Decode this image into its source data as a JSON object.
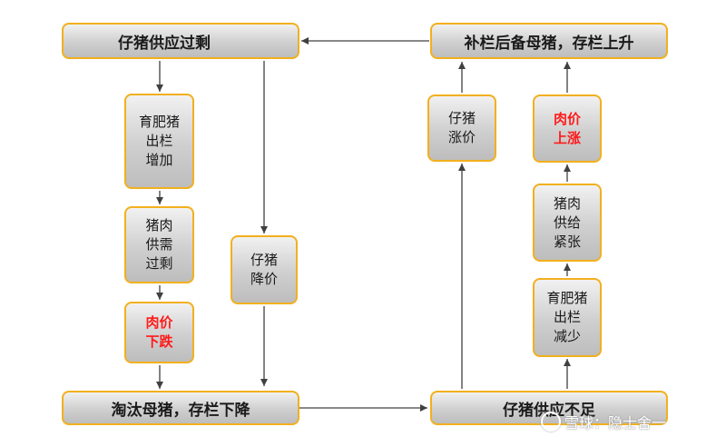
{
  "boxes": {
    "piglet_surplus": "仔猪供应过剩",
    "restock_sows": "补栏后备母猪，存栏上升",
    "fattening_up": "育肥猪\n出栏\n增加",
    "pork_oversupply": "猪肉\n供需\n过剩",
    "pork_price_down": "肉价\n下跌",
    "piglet_price_down": "仔猪\n降价",
    "cull_sows": "淘汰母猪，存栏下降",
    "piglet_shortage": "仔猪供应不足",
    "piglet_price_up": "仔猪\n涨价",
    "pork_price_up": "肉价\n上涨",
    "pork_tight": "猪肉\n供给\n紧张",
    "fattening_down": "育肥猪\n出栏\n减少"
  },
  "colors": {
    "box_border": "#F2B01E",
    "highlight_text": "#FF1A1A",
    "arrow": "#404040"
  },
  "watermark": "雪球：隐士舍一"
}
